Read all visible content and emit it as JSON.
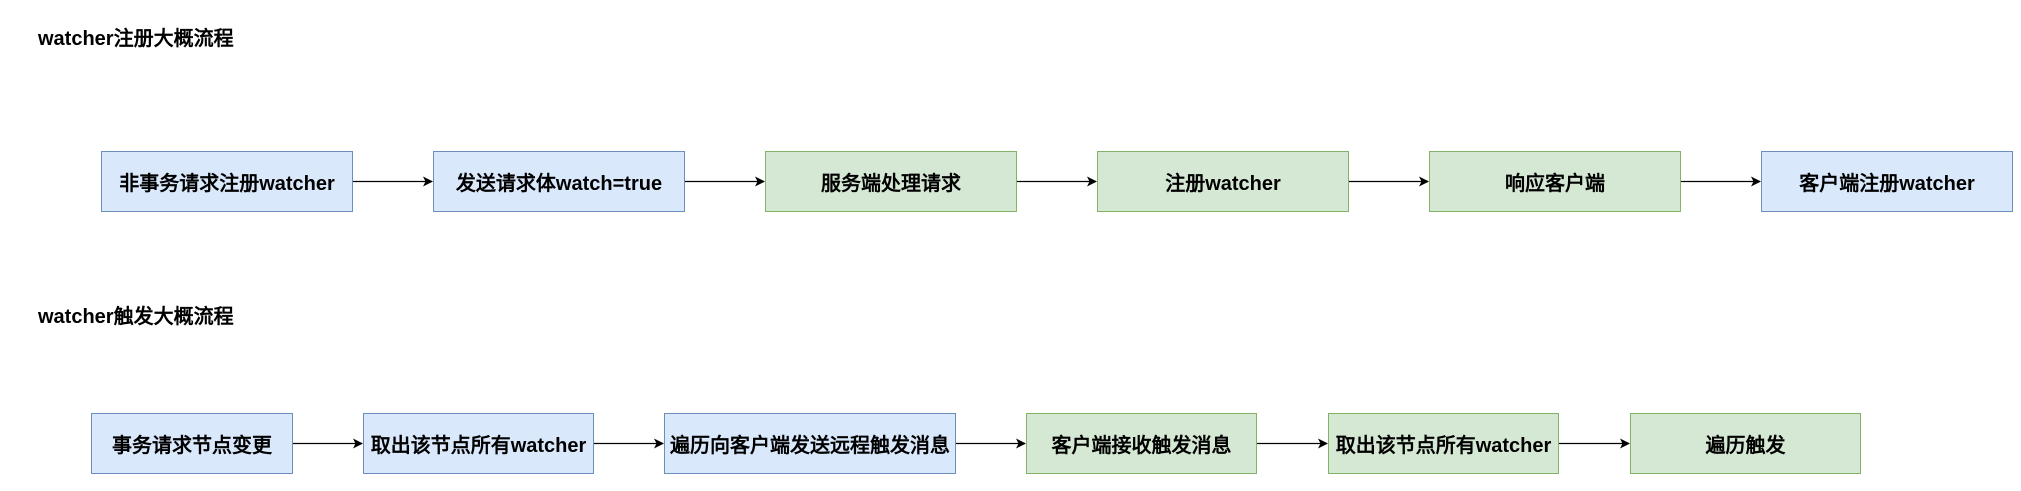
{
  "register_flow": {
    "title": "watcher注册大概流程",
    "nodes": [
      {
        "label": "非事务请求注册watcher",
        "color": "blue"
      },
      {
        "label": "发送请求体watch=true",
        "color": "blue"
      },
      {
        "label": "服务端处理请求",
        "color": "green"
      },
      {
        "label": "注册watcher",
        "color": "green"
      },
      {
        "label": "响应客户端",
        "color": "green"
      },
      {
        "label": "客户端注册watcher",
        "color": "blue"
      }
    ]
  },
  "trigger_flow": {
    "title": "watcher触发大概流程",
    "nodes": [
      {
        "label": "事务请求节点变更",
        "color": "blue"
      },
      {
        "label": "取出该节点所有watcher",
        "color": "blue"
      },
      {
        "label": "遍历向客户端发送远程触发消息",
        "color": "blue"
      },
      {
        "label": "客户端接收触发消息",
        "color": "green"
      },
      {
        "label": "取出该节点所有watcher",
        "color": "green"
      },
      {
        "label": "遍历触发",
        "color": "green"
      }
    ]
  },
  "colors": {
    "blue_fill": "#dae8fc",
    "blue_stroke": "#6c8ebf",
    "green_fill": "#d5e8d4",
    "green_stroke": "#82b366",
    "edge": "#000000"
  }
}
